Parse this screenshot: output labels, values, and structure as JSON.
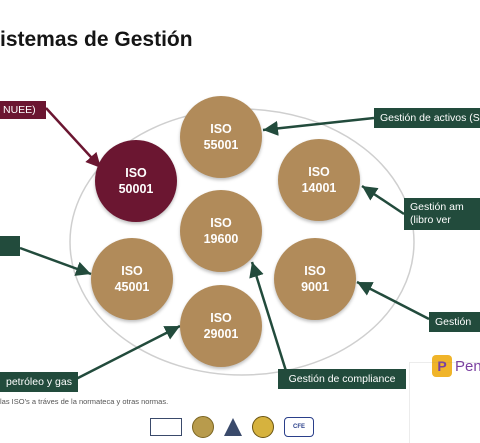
{
  "title": "istemas de Gestión",
  "circles": [
    {
      "line1": "ISO",
      "line2": "55001"
    },
    {
      "line1": "ISO",
      "line2": "50001"
    },
    {
      "line1": "ISO",
      "line2": "14001"
    },
    {
      "line1": "ISO",
      "line2": "19600"
    },
    {
      "line1": "ISO",
      "line2": "45001"
    },
    {
      "line1": "ISO",
      "line2": "9001"
    },
    {
      "line1": "ISO",
      "line2": "29001"
    }
  ],
  "labels": {
    "conuee": "NUEE)",
    "activos": "Gestión de activos (S",
    "ambiental_line1": "Gestión am",
    "ambiental_line2": "(libro ver",
    "left_middle": "",
    "calidad": "Gestión",
    "compliance": "Gestión de compliance",
    "petroleo": "petróleo y gas"
  },
  "footer": "las ISO's a tráves de la normateca y otras normas.",
  "logos": [
    "logo-1",
    "logo-2",
    "logo-3",
    "logo-4",
    "cfe"
  ],
  "brand": {
    "mark": "P",
    "text": "Pen"
  },
  "colors": {
    "gold": "#b18b5a",
    "wine": "#6b1631",
    "green": "#224b3c"
  }
}
